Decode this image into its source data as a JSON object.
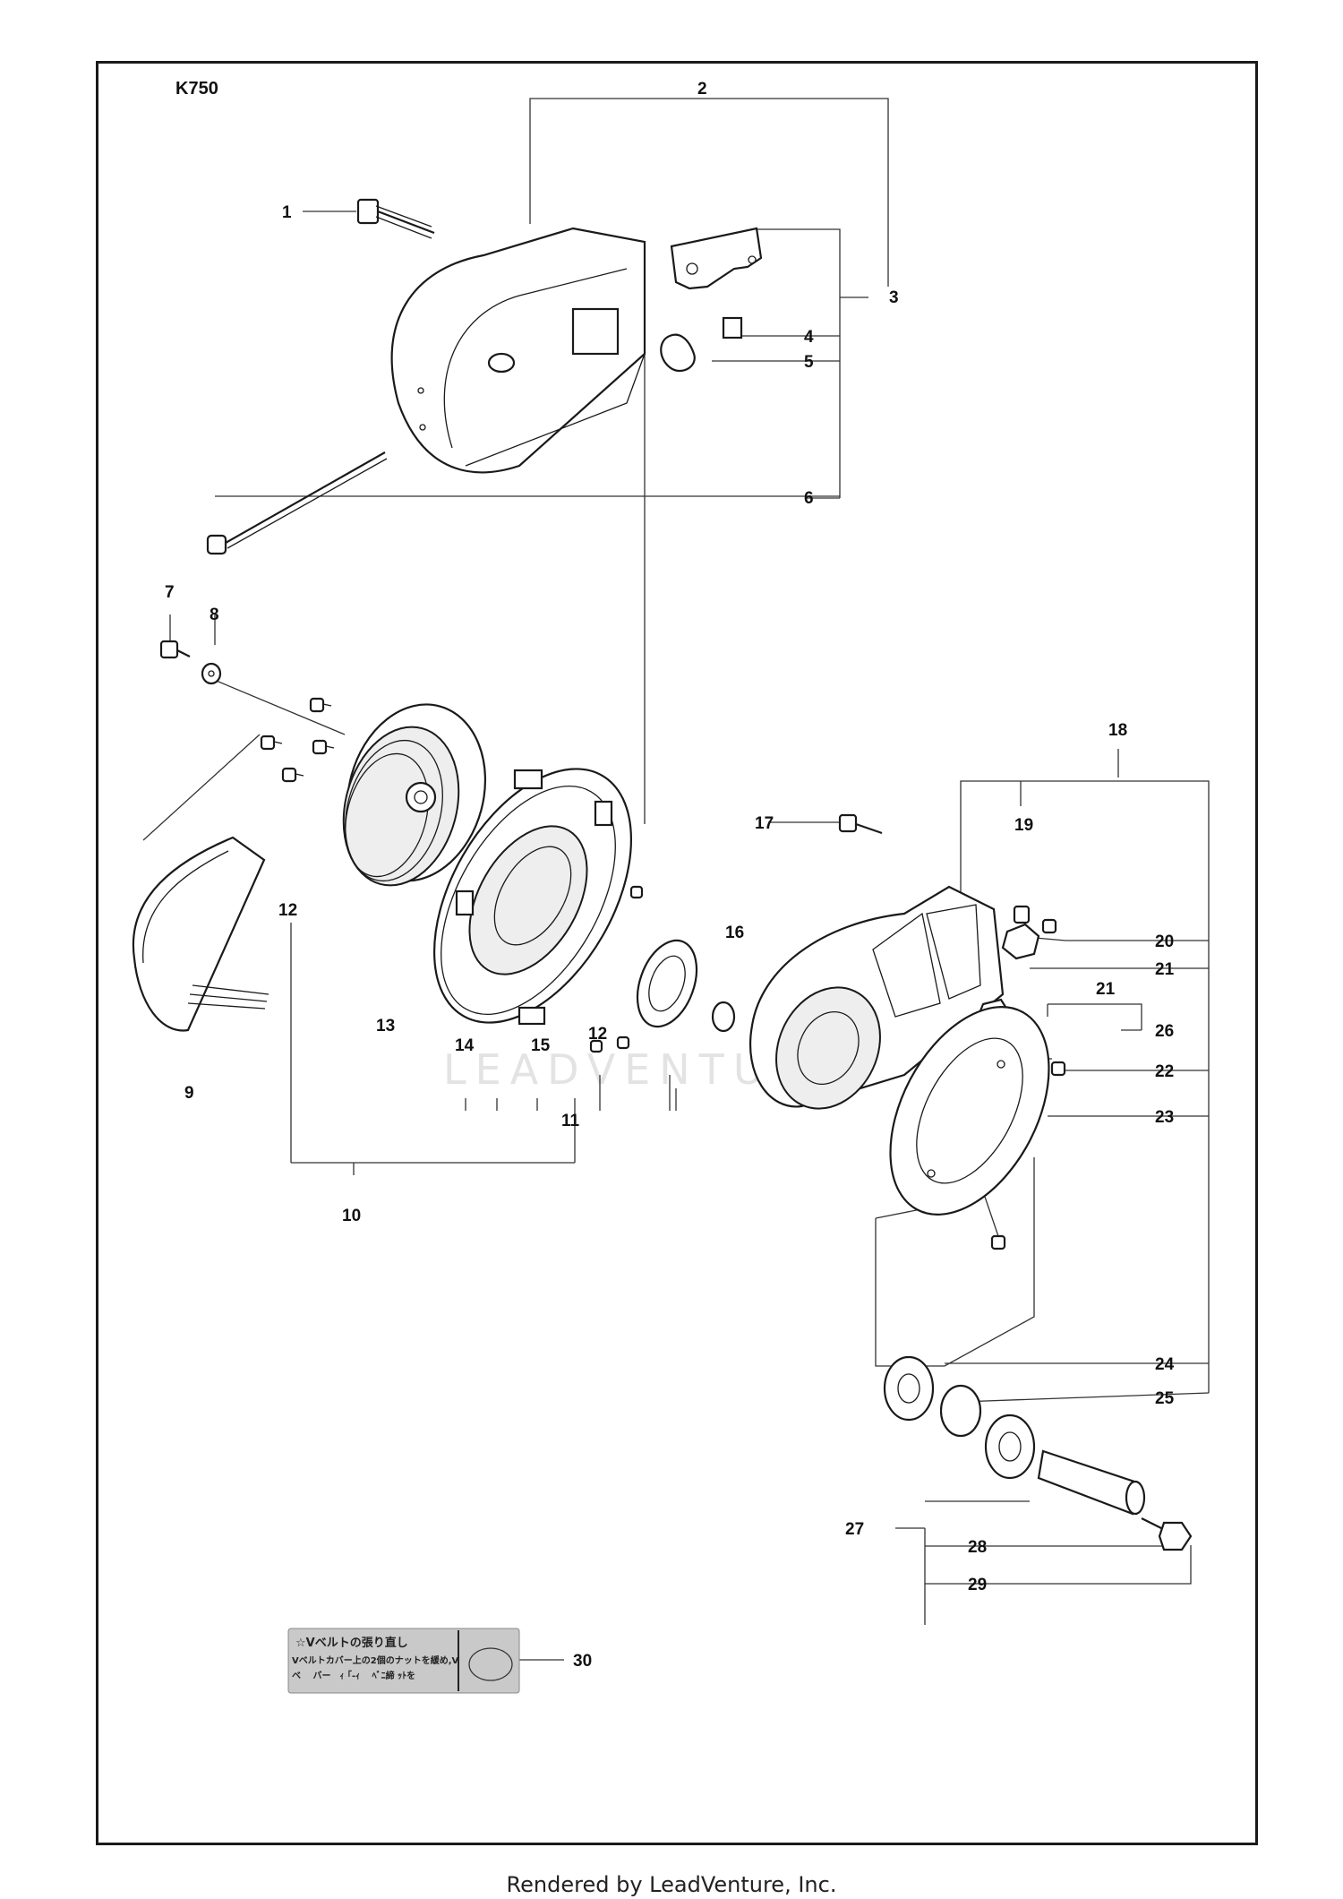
{
  "model_label": "K750",
  "watermark": "LEADVENTURE",
  "footer": "Rendered by LeadVenture, Inc.",
  "decal": {
    "title": "☆Vベルトの張り直し",
    "line1": "Vベルトカバー上の2個のナットを緩め,V",
    "line2": "ベ　 バー　ｨ ｢-ｨ 　ﾍﾞﾆ締 ｯﾄを"
  },
  "callouts": {
    "c1": "1",
    "c2": "2",
    "c3": "3",
    "c4": "4",
    "c5": "5",
    "c6": "6",
    "c7": "7",
    "c8": "8",
    "c9": "9",
    "c10": "10",
    "c11": "11",
    "c12a": "12",
    "c12b": "12",
    "c13": "13",
    "c14": "14",
    "c15": "15",
    "c16": "16",
    "c17": "17",
    "c18": "18",
    "c19": "19",
    "c20": "20",
    "c21a": "21",
    "c21b": "21",
    "c22": "22",
    "c23": "23",
    "c24": "24",
    "c25": "25",
    "c26": "26",
    "c27": "27",
    "c28": "28",
    "c29": "29",
    "c30": "30"
  }
}
